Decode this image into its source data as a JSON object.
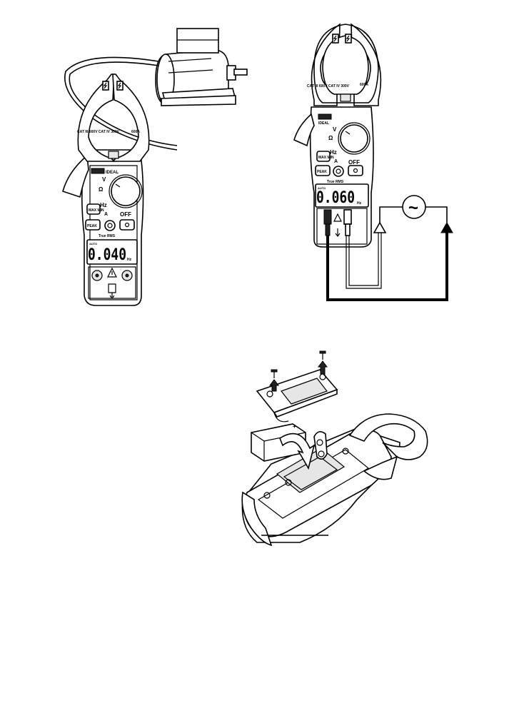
{
  "fig1": {
    "brand": "IDEAL",
    "model": "True RMS",
    "display": "0.040",
    "display_unit": "Hz",
    "display_mode": "AUTO",
    "jaw_left_rating": "CAT III 600V CAT IV 300V",
    "jaw_right_rating": "600A",
    "btn_maxmin": "MAX MIN",
    "btn_peak": "PEAK",
    "dial_off": "OFF",
    "dial_hz": "Hz",
    "dial_v": "V",
    "dial_a": "A",
    "dial_ohm": "Ω"
  },
  "fig2": {
    "brand": "IDEAL",
    "model": "True RMS",
    "display": "0.060",
    "display_unit": "Hz",
    "display_mode": "AUTO",
    "jaw_left_rating": "CAT III 600V CAT IV 300V",
    "jaw_right_rating": "600A",
    "btn_maxmin": "MAX MIN",
    "btn_peak": "PEAK",
    "dial_off": "OFF",
    "dial_hz": "Hz",
    "dial_v": "V",
    "dial_a": "A",
    "dial_ohm": "Ω",
    "source_symbol": "~"
  },
  "fig3": {
    "battery_polarity": "+"
  },
  "icons": {
    "lightning": "lightning-icon",
    "warning": "warning-triangle-icon",
    "arrow": "arrow-icon",
    "ac-source": "ac-source-icon"
  }
}
